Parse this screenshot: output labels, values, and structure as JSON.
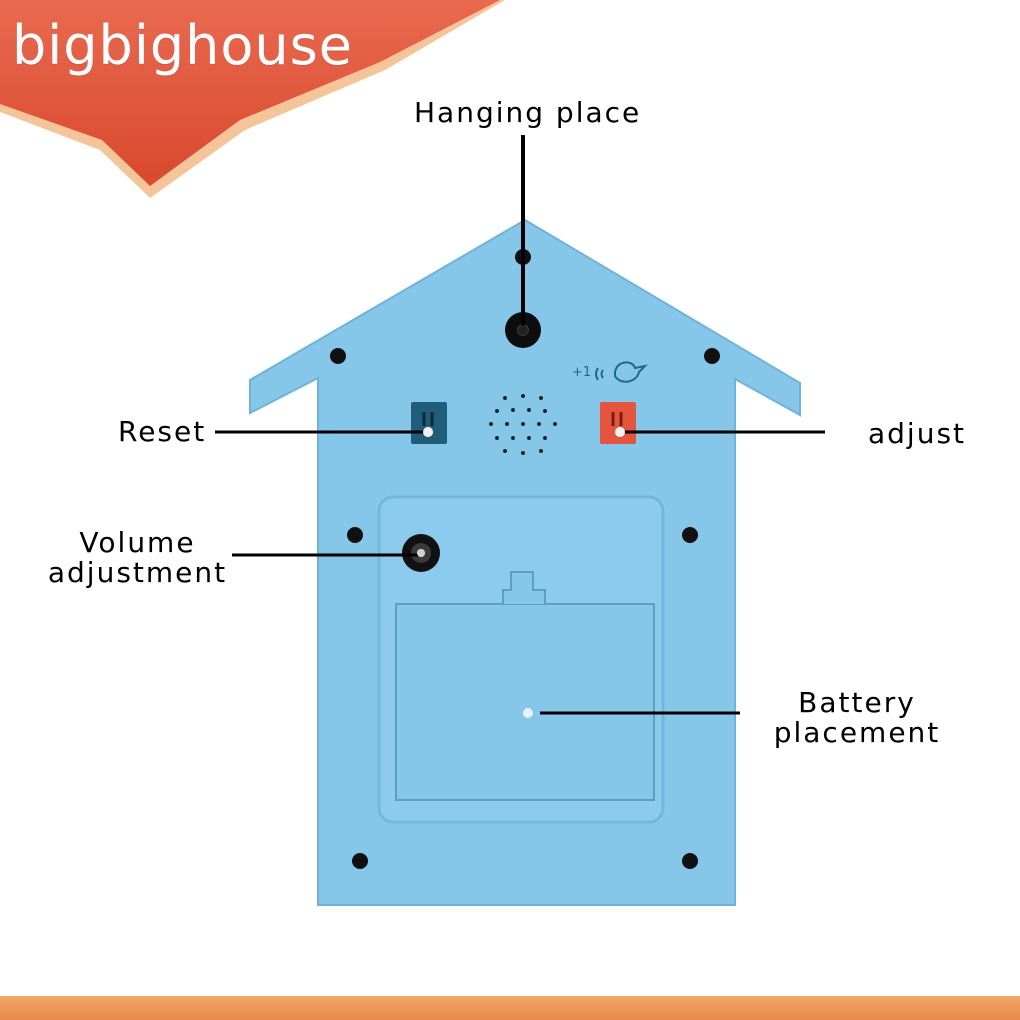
{
  "brand": {
    "name": "bigbighouse"
  },
  "labels": {
    "hanging": "Hanging place",
    "reset": "Reset",
    "adjust": "adjust",
    "volume_line1": "Volume",
    "volume_line2": "adjustment",
    "battery_line1": "Battery",
    "battery_line2": "placement"
  },
  "device": {
    "plus_one": "+1"
  },
  "colors": {
    "body": "#86c6e9",
    "body_edge": "#6fb3d9",
    "banner": "#e2583f",
    "reset_button": "#1f5d7a",
    "adjust_button": "#e4553f",
    "leader_line": "#000000"
  }
}
